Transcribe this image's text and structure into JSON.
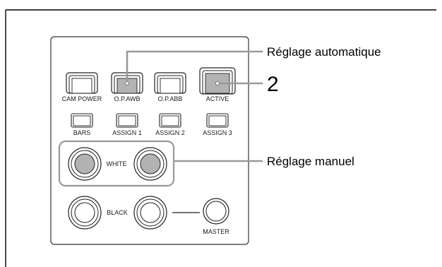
{
  "panel": {
    "row1_buttons": [
      {
        "label": "CAM POWER",
        "lit": false
      },
      {
        "label": "O.P.AWB",
        "lit": true
      },
      {
        "label": "O.P.ABB",
        "lit": false
      },
      {
        "label": "ACTIVE",
        "lit": true
      }
    ],
    "row2_buttons": [
      "BARS",
      "ASSIGN 1",
      "ASSIGN 2",
      "ASSIGN 3"
    ],
    "white_label": "WHITE",
    "black_label": "BLACK",
    "master_label": "MASTER"
  },
  "callouts": {
    "auto": "Réglage automatique",
    "number": "2",
    "manual": "Réglage manuel"
  },
  "colors": {
    "frame": "#000000",
    "panel_stroke": "#333333",
    "lit_gray": "#b3b3b3",
    "group_outline": "#999999"
  }
}
